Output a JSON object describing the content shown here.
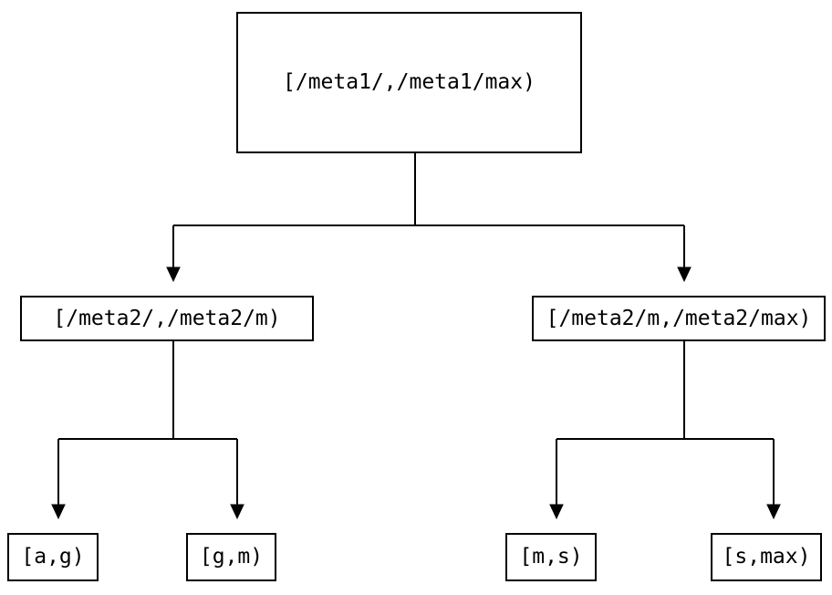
{
  "diagram": {
    "type": "tree",
    "description": "interval-partition-tree",
    "colors": {
      "background": "#ffffff",
      "box_fill": "#ffffff",
      "border": "#000000",
      "line": "#000000",
      "text": "#000000"
    },
    "root": {
      "label": "[/meta1/,/meta1/max)",
      "children": [
        {
          "label": "[/meta2/,/meta2/m)",
          "children": [
            {
              "label": "[a,g)"
            },
            {
              "label": "[g,m)"
            }
          ]
        },
        {
          "label": "[/meta2/m,/meta2/max)",
          "children": [
            {
              "label": "[m,s)"
            },
            {
              "label": "[s,max)"
            }
          ]
        }
      ]
    }
  }
}
